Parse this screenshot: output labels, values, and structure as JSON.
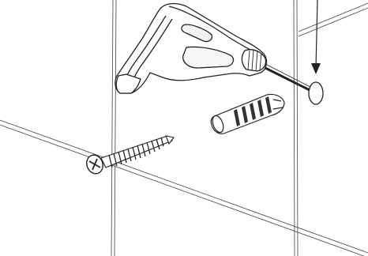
{
  "illustration": {
    "scene": "drill-hole-wall-plug-screw-installation",
    "elements": [
      "wall-tiles",
      "cordless-drill",
      "drill-bit",
      "drill-hole",
      "direction-arrow",
      "wall-plug",
      "screw"
    ]
  },
  "colors": {
    "background": "#ffffff",
    "line": "#222222",
    "grout": "#555555",
    "hole_fill": "#ffffff"
  }
}
